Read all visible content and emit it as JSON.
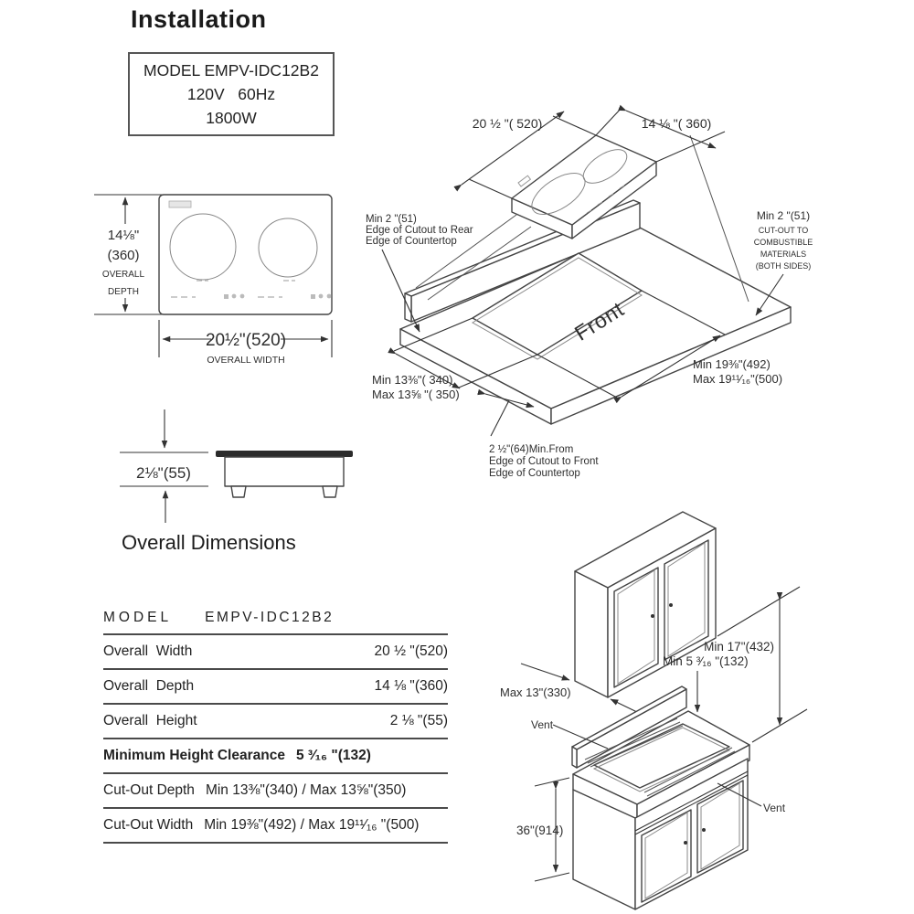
{
  "page": {
    "title": "Installation"
  },
  "model_box": {
    "line1": "MODEL EMPV-IDC12B2",
    "line2": "120V   60Hz",
    "line3": "1800W"
  },
  "top_view": {
    "depth_value": "14⅛\"",
    "depth_mm": "(360)",
    "depth_caption_line1": "OVERALL",
    "depth_caption_line2": "DEPTH",
    "width_value": "20½\"(520)",
    "width_caption": "OVERALL WIDTH"
  },
  "side_view": {
    "height_value": "2⅛\"(55)",
    "section_caption": "Overall Dimensions"
  },
  "exploded_view": {
    "width_value": "20 ½ \"( 520)",
    "depth_value": "14 ⅛ \"( 360)",
    "rear_clearance_line1": "Min 2 \"(51)",
    "rear_clearance_line2": "Edge of Cutout to Rear",
    "rear_clearance_line3": "Edge of Countertop",
    "side_clearance_line1": "Min 2 \"(51)",
    "side_clearance_line2": "CUT-OUT TO",
    "side_clearance_line3": "COMBUSTIBLE",
    "side_clearance_line4": "MATERIALS",
    "side_clearance_line5": "(BOTH SIDES)",
    "cutout_depth_min": "Min 13⅜\"( 340)",
    "cutout_depth_max": "Max 13⅝ \"( 350)",
    "cutout_width_min": "Min 19⅜\"(492)",
    "cutout_width_max": "Max 19¹¹⁄₁₆\"(500)",
    "front_clearance_line1": "2 ½\"(64)Min.From",
    "front_clearance_line2": "Edge of Cutout to Front",
    "front_clearance_line3": "Edge of Countertop",
    "front_label": "Front"
  },
  "spec_table": {
    "model_label": "MODEL",
    "model_value": "EMPV-IDC12B2",
    "rows": [
      {
        "label": "Overall  Width",
        "value": "20 ½ \"(520)"
      },
      {
        "label": "Overall  Depth",
        "value": "14 ⅛ \"(360)"
      },
      {
        "label": "Overall  Height",
        "value": "2 ⅛ \"(55)"
      },
      {
        "label": "Minimum Height Clearance",
        "value": "5 ³⁄₁₆ \"(132)"
      },
      {
        "label": "Cut-Out Depth",
        "value": "Min 13⅜\"(340) / Max 13⅝\"(350)"
      },
      {
        "label": "Cut-Out Width",
        "value": "Min 19⅜\"(492) / Max 19¹¹⁄₁₆ \"(500)"
      }
    ]
  },
  "cabinet_view": {
    "wall_cabinet_depth": "Max 13\"(330)",
    "clearance_height": "Min 17\"(432)",
    "min_height_clearance": "Min 5 ³⁄₁₆ \"(132)",
    "counter_height": "36\"(914)",
    "vent_rear_label": "Vent",
    "vent_front_label": "Vent"
  },
  "colors": {
    "line": "#444444",
    "text": "#2e2e2e",
    "glass": "#2b2b2b"
  }
}
